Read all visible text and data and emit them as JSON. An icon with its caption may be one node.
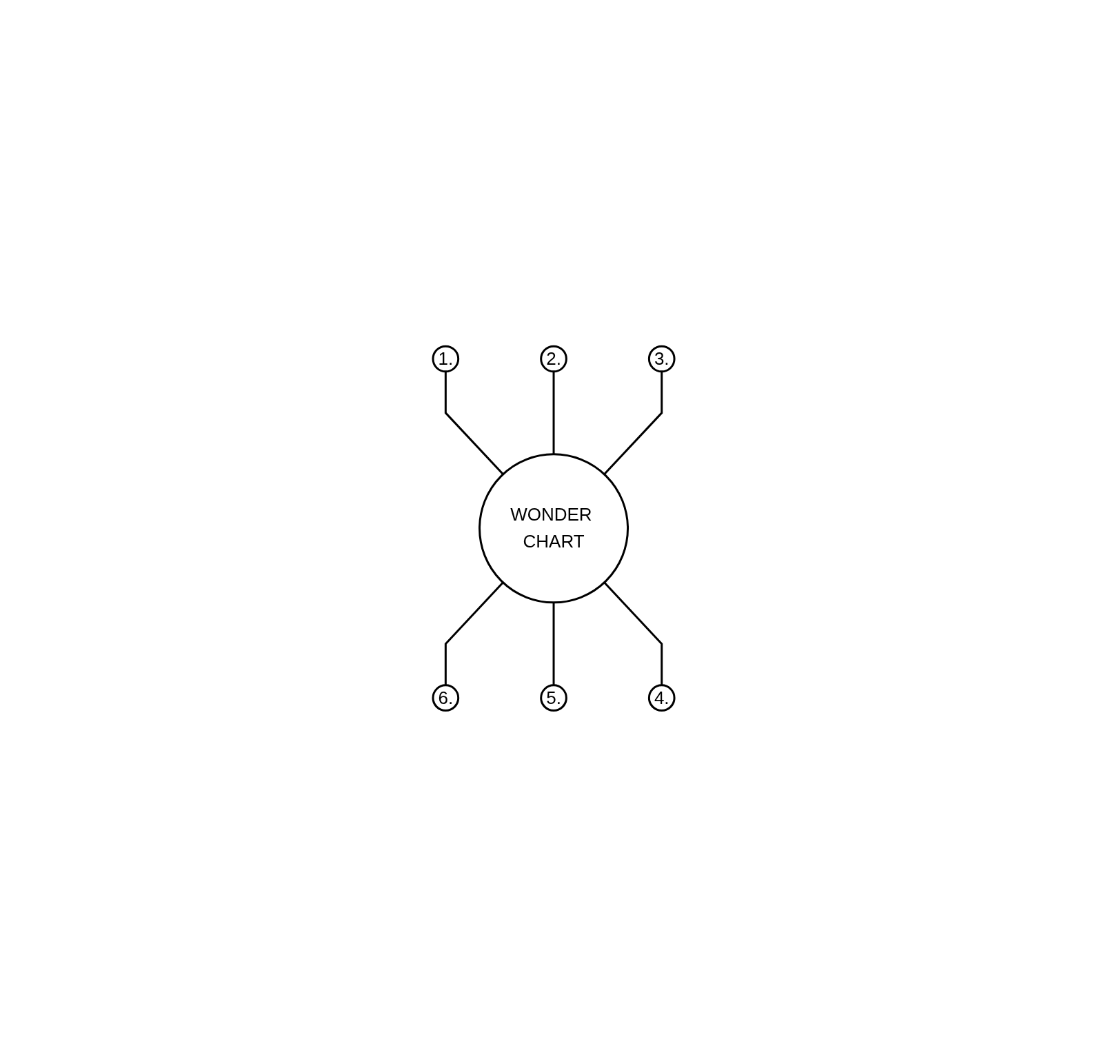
{
  "diagram": {
    "nodes": [
      {
        "text": [
          "2."
        ]
      },
      {
        "text": [
          "1."
        ]
      },
      {
        "text": [
          "3."
        ]
      },
      {
        "text": [
          "WONDER CHART"
        ]
      },
      {
        "text": [
          "6."
        ]
      },
      {
        "text": [
          "4."
        ]
      },
      {
        "text": [
          "5."
        ]
      }
    ],
    "edges": [
      {
        "from": 1,
        "to": 3,
        "arrow": "none"
      },
      {
        "from": 0,
        "to": 3,
        "arrow": "none"
      },
      {
        "from": 2,
        "to": 3,
        "arrow": "none"
      },
      {
        "from": 3,
        "to": 4,
        "arrow": "none"
      },
      {
        "from": 3,
        "to": 6,
        "arrow": "none"
      },
      {
        "from": 3,
        "to": 5,
        "arrow": "none"
      }
    ]
  }
}
